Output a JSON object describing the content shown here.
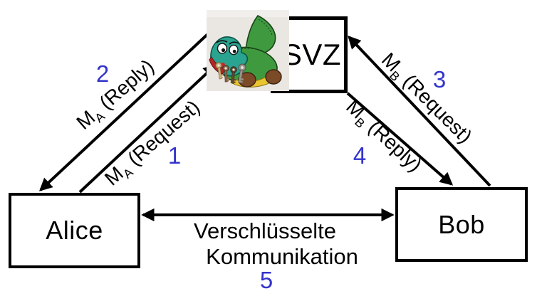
{
  "nodes": {
    "svz": {
      "label": "SVZ"
    },
    "alice": {
      "label": "Alice"
    },
    "bob": {
      "label": "Bob"
    }
  },
  "edges": {
    "request_a": {
      "m": "M",
      "sub": "A",
      "rest": " (Request)",
      "step": "1"
    },
    "reply_a": {
      "m": "M",
      "sub": "A",
      "rest": " (Reply)",
      "step": "2"
    },
    "request_b": {
      "m": "M",
      "sub": "B",
      "rest": " (Request)",
      "step": "3"
    },
    "reply_b": {
      "m": "M",
      "sub": "B",
      "rest": " (Reply)",
      "step": "4"
    },
    "comm": {
      "line1": "Verschlüsselte",
      "line2": "Kommunikation",
      "step": "5"
    }
  },
  "image": {
    "name": "crocodile-with-keys-photo"
  },
  "colors": {
    "step_number": "#3333cc",
    "line": "#000000",
    "box_border": "#000000"
  }
}
